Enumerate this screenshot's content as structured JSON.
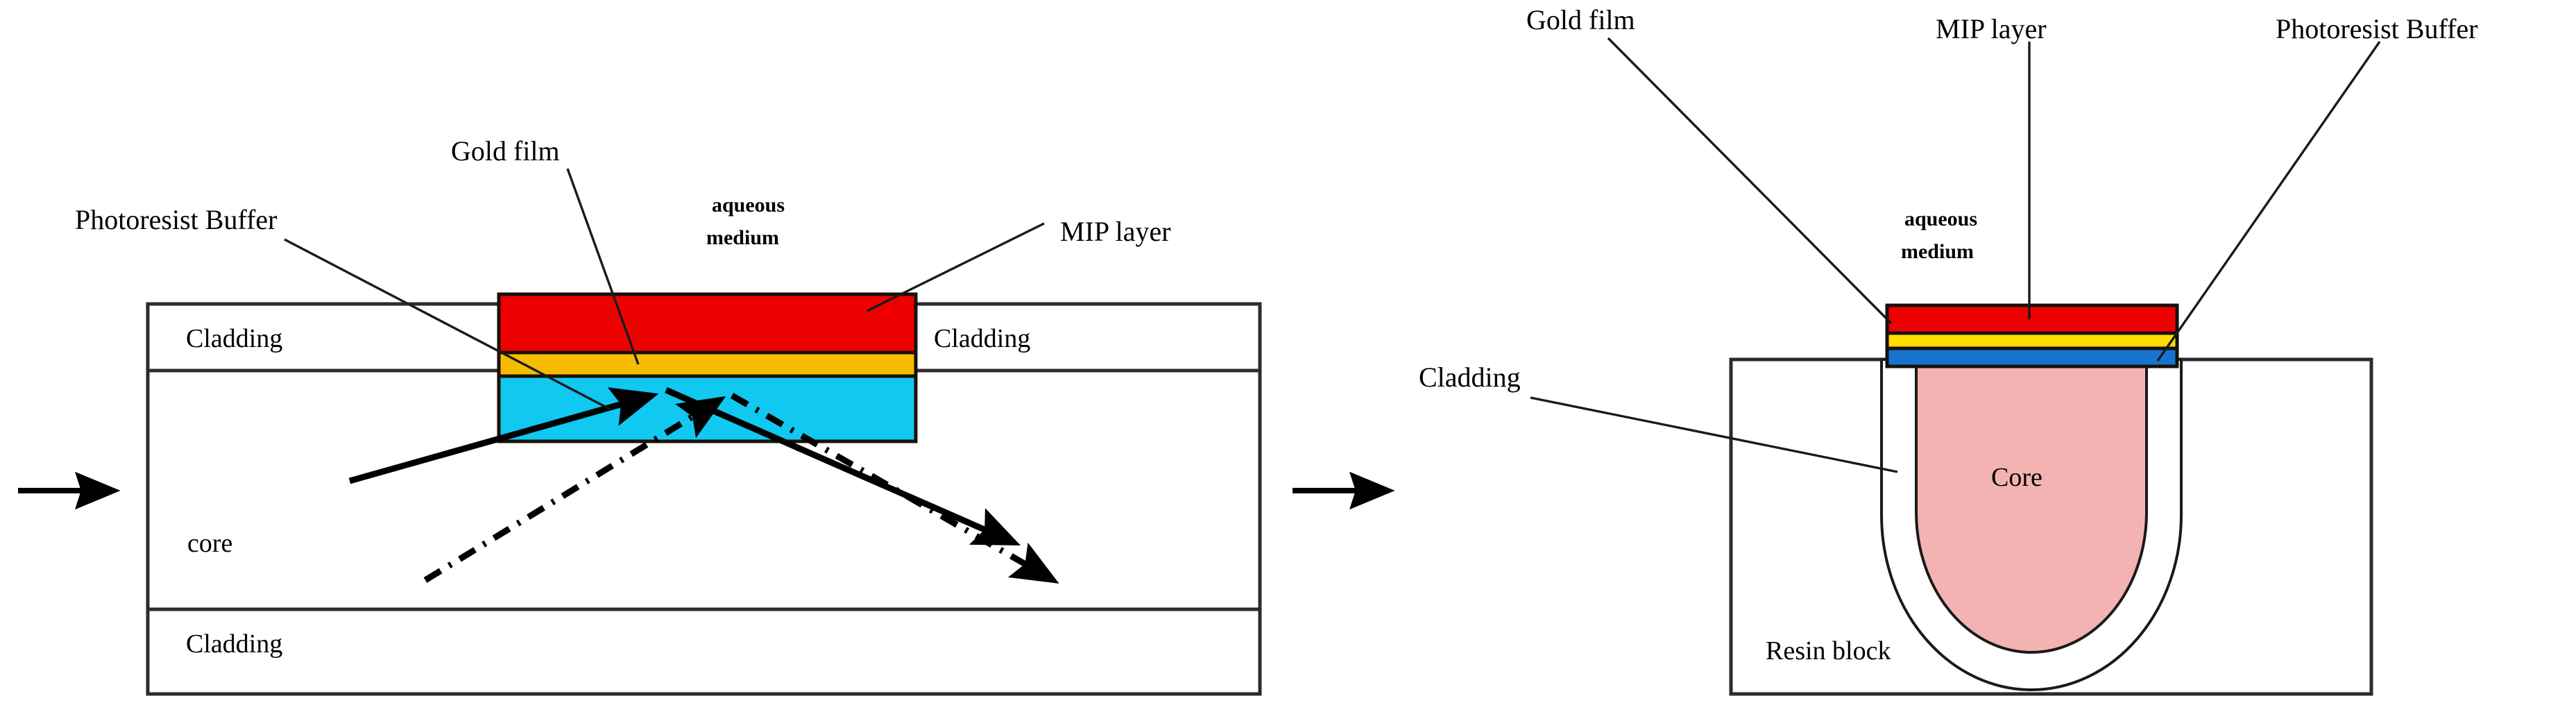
{
  "figure": {
    "title": "Surface plasmon resonance MIP sensor schematic",
    "panels": [
      "planar-waveguide",
      "optical-fiber-resin-block"
    ]
  },
  "colors": {
    "mip_layer": "#ee0000",
    "gold_film_left": "#f5bc00",
    "gold_film_right": "#ffdd00",
    "photoresist_left": "#10c8f0",
    "photoresist_right": "#1574d0",
    "core_fill": "#f3b3b3",
    "resin_block": "#d4d4d4",
    "cladding_ring": "#ffffff",
    "outline": "#1a1008",
    "box_stroke": "#2b2b2b",
    "text": "#000000",
    "background": "#ffffff"
  },
  "left_panel": {
    "name": "planar waveguide sensor",
    "callouts": {
      "photoresist_buffer": "Photoresist Buffer",
      "gold_film": "Gold film",
      "mip_layer": "MIP layer",
      "aqueous_medium_line1": "aqueous",
      "aqueous_medium_line2": "medium"
    },
    "regions": {
      "cladding_top_left": "Cladding",
      "cladding_top_right": "Cladding",
      "core": "core",
      "cladding_bottom": "Cladding"
    },
    "stack": [
      {
        "label": "MIP layer",
        "color": "#ee0000"
      },
      {
        "label": "Gold film",
        "color": "#f5bc00"
      },
      {
        "label": "Photoresist Buffer",
        "color": "#10c8f0"
      }
    ],
    "rays": [
      {
        "kind": "solid",
        "description": "incident and reflected guided ray"
      },
      {
        "kind": "dash-dot",
        "description": "second guided ray"
      }
    ],
    "flow_arrows": [
      "input-arrow",
      "output-arrow"
    ]
  },
  "right_panel": {
    "name": "optical fiber embedded in resin block",
    "callouts": {
      "gold_film": "Gold film",
      "mip_layer": "MIP  layer",
      "photoresist_buffer": "Photoresist Buffer",
      "cladding": "Cladding",
      "aqueous_medium_line1": "aqueous",
      "aqueous_medium_line2": "medium"
    },
    "regions": {
      "core": "Core",
      "resin_block": "Resin block"
    },
    "stack": [
      {
        "label": "MIP  layer",
        "color": "#ee0000"
      },
      {
        "label": "Gold film",
        "color": "#ffdd00"
      },
      {
        "label": "Photoresist Buffer",
        "color": "#1574d0"
      }
    ]
  }
}
